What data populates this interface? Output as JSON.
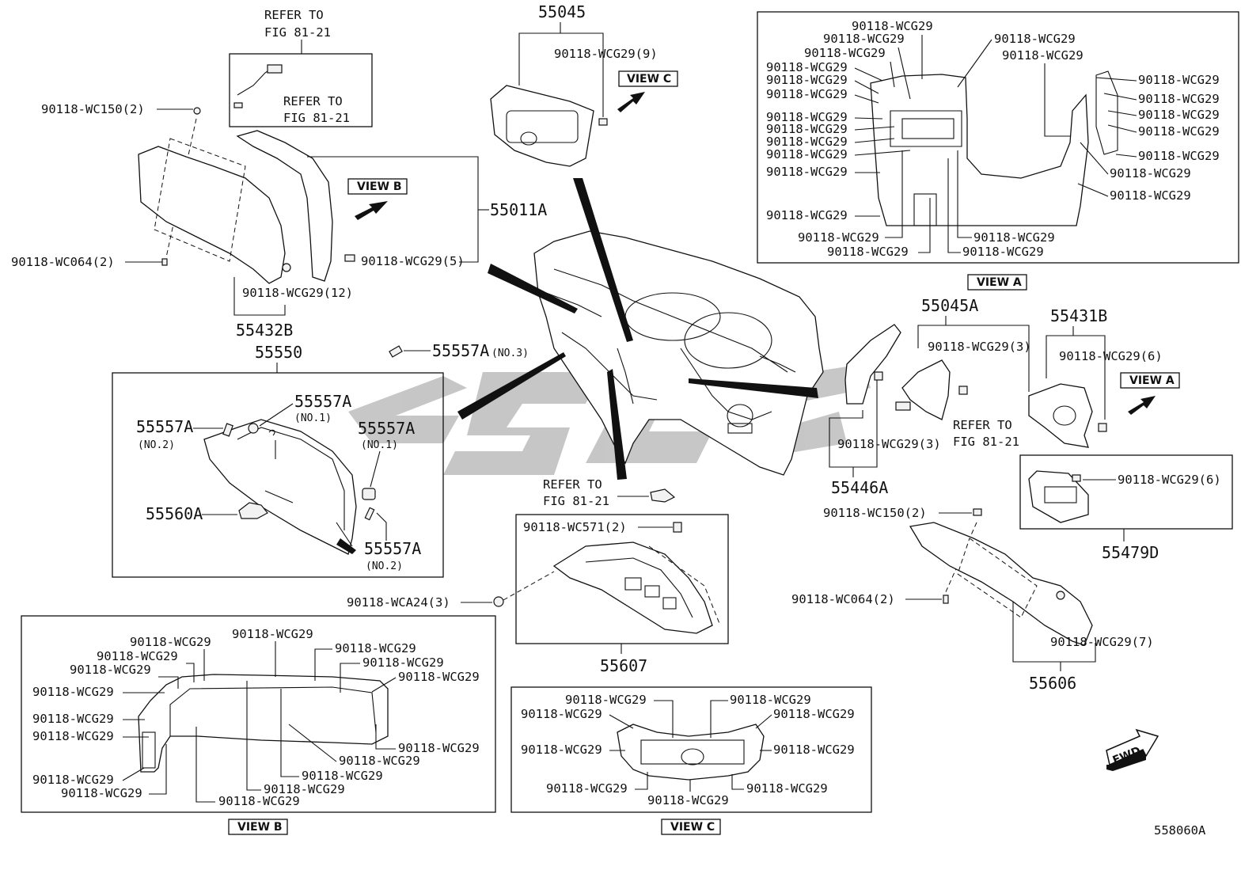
{
  "diagram_id": "558060A",
  "watermark": "S9A",
  "fwd_label": "FWD",
  "view_labels": {
    "a_main": "VIEW A",
    "a_side": "VIEW A",
    "b_main": "VIEW B",
    "b_side": "VIEW B",
    "c_main": "VIEW C",
    "c_side": "VIEW C"
  },
  "refer": {
    "line1": "REFER TO",
    "fig": "FIG 81-21"
  },
  "parts": {
    "p55045": "55045",
    "p55011A": "55011A",
    "p55432B": "55432B",
    "p55550": "55550",
    "p55557A": "55557A",
    "no1": "(NO.1)",
    "no2": "(NO.2)",
    "no3": "(NO.3)",
    "p55560A": "55560A",
    "p55607": "55607",
    "p55045A": "55045A",
    "p55431B": "55431B",
    "p55446A": "55446A",
    "p55479D": "55479D",
    "p55606": "55606"
  },
  "clips": {
    "wcg29": "90118-WCG29",
    "wcg29_3": "90118-WCG29(3)",
    "wcg29_5": "90118-WCG29(5)",
    "wcg29_6": "90118-WCG29(6)",
    "wcg29_7": "90118-WCG29(7)",
    "wcg29_9": "90118-WCG29(9)",
    "wcg29_12": "90118-WCG29(12)",
    "wc150_2": "90118-WC150(2)",
    "wc064_2": "90118-WC064(2)",
    "wc571_2": "90118-WC571(2)",
    "wca24_3": "90118-WCA24(3)"
  }
}
